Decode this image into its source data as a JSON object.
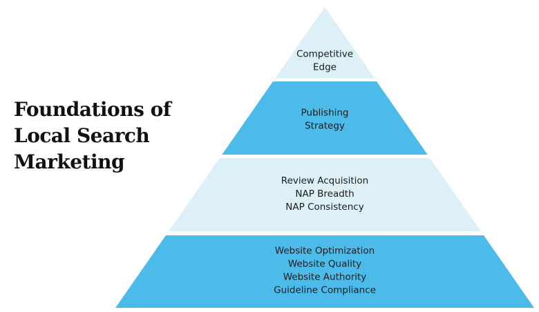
{
  "title": {
    "lines": [
      "Foundations of",
      "Local Search",
      "Marketing"
    ]
  },
  "colors": {
    "light": "#ddf0f8",
    "dark": "#4dbbea",
    "text": "#1a1a1a"
  },
  "pyramid": {
    "tiers": [
      {
        "name": "tier-competitive-edge",
        "color": "light",
        "lines": [
          "Competitive",
          "Edge"
        ]
      },
      {
        "name": "tier-publishing-strategy",
        "color": "dark",
        "lines": [
          "Publishing",
          "Strategy"
        ]
      },
      {
        "name": "tier-citations-reviews",
        "color": "light",
        "lines": [
          "Review Acquisition",
          "NAP Breadth",
          "NAP Consistency"
        ]
      },
      {
        "name": "tier-website-foundation",
        "color": "dark",
        "lines": [
          "Website Optimization",
          "Website Quality",
          "Website Authority",
          "Guideline Compliance"
        ]
      }
    ]
  }
}
